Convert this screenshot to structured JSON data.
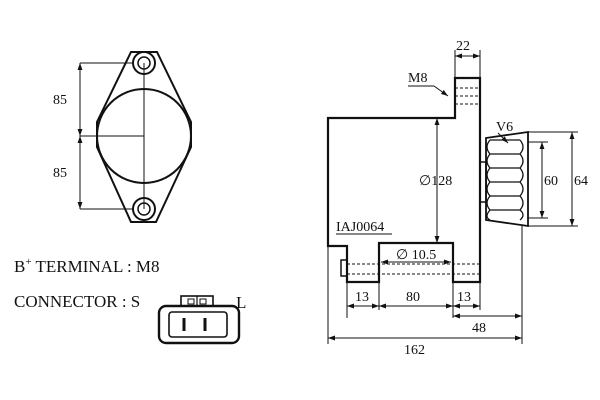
{
  "diagram": {
    "front_view": {
      "dim_upper": "85",
      "dim_lower": "85"
    },
    "side_view": {
      "bolt_label": "M8",
      "pulley_label": "V6",
      "top_width": "22",
      "diameter": "∅128",
      "pulley_inner": "60",
      "pulley_outer": "64",
      "part_number": "IAJ0064",
      "hole_diameter": "∅ 10.5",
      "bottom_left": "13",
      "bottom_mid": "80",
      "bottom_right": "13",
      "pulley_offset": "48",
      "overall_length": "162"
    },
    "b_terminal": {
      "prefix": "B",
      "superscript": "+",
      "text": " TERMINAL : M8"
    },
    "connector": {
      "label": "CONNECTOR : S",
      "right_label": "L"
    }
  }
}
